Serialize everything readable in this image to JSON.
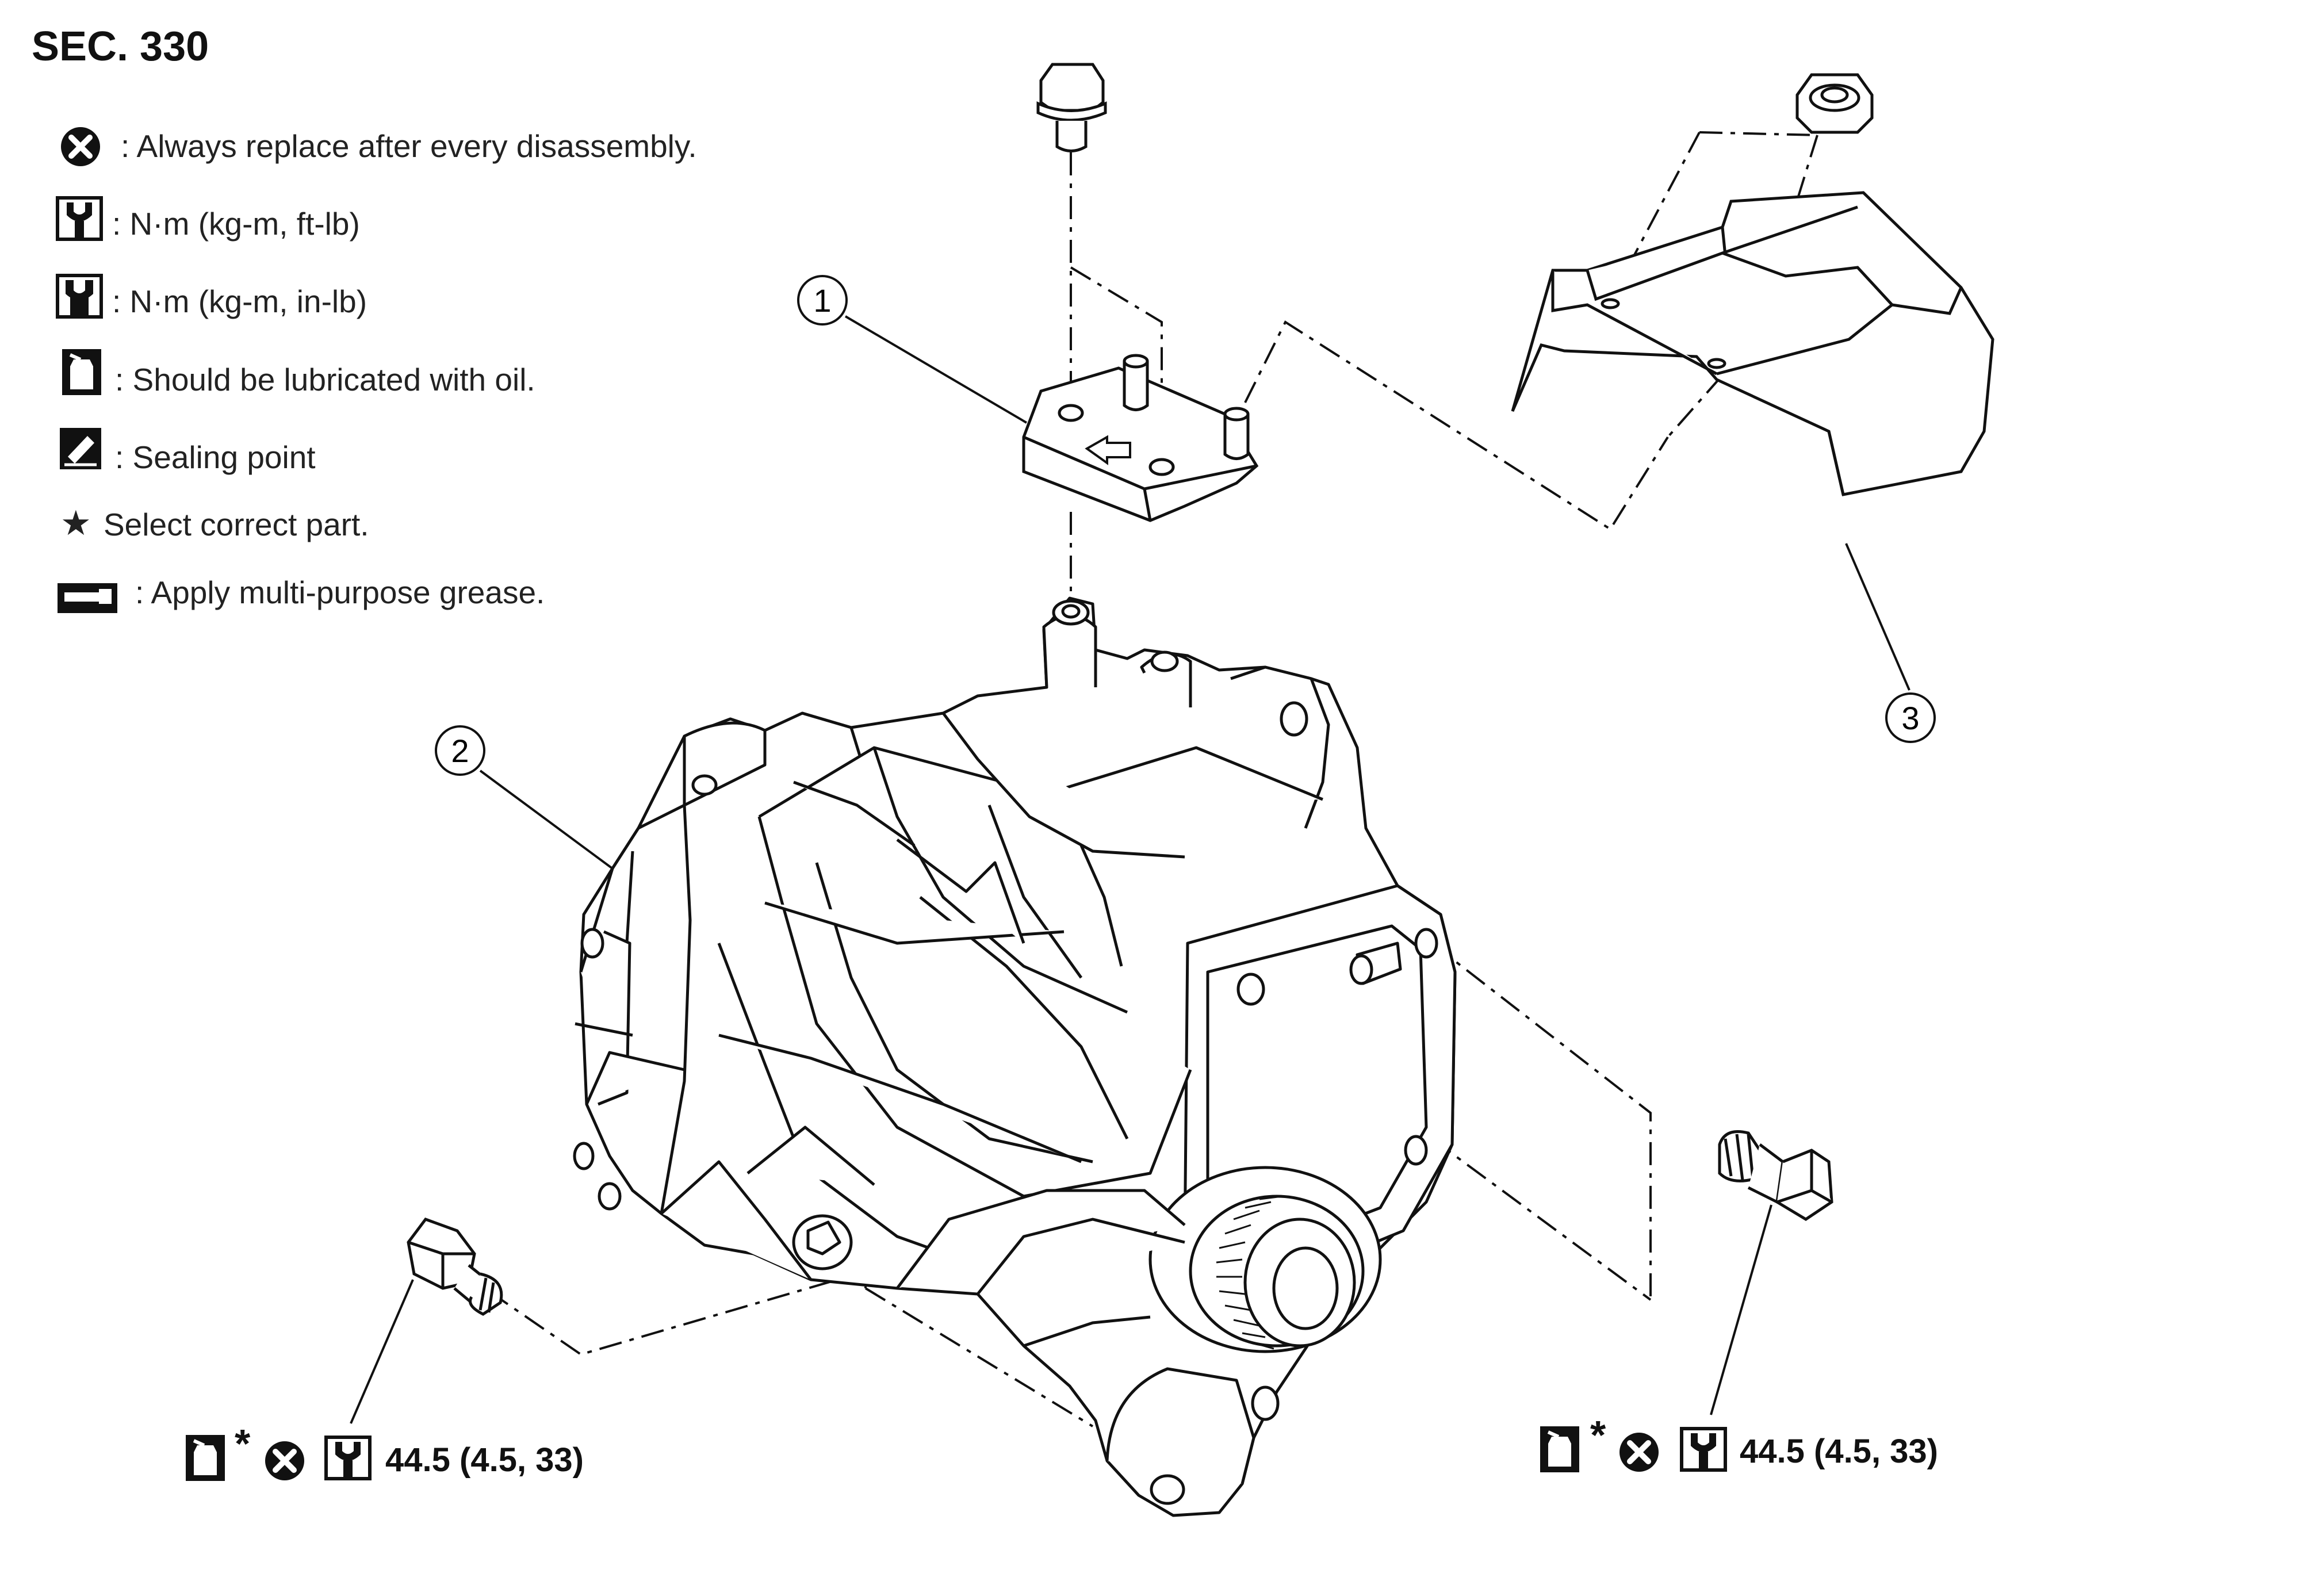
{
  "section": "SEC. 330",
  "legend": [
    {
      "icon": "always-replace-icon",
      "text": ": Always replace after every disassembly."
    },
    {
      "icon": "torque-ft-lb-icon",
      "text": ": N·m (kg-m, ft-lb)"
    },
    {
      "icon": "torque-in-lb-icon",
      "text": ": N·m (kg-m, in-lb)"
    },
    {
      "icon": "lubricate-oil-icon",
      "text": ": Should be lubricated with oil."
    },
    {
      "icon": "sealing-point-icon",
      "text": ": Sealing point"
    },
    {
      "icon": "star-icon",
      "text": "Select correct part."
    },
    {
      "icon": "grease-icon",
      "text": ": Apply multi-purpose grease."
    }
  ],
  "star_symbol": "★",
  "callouts": [
    "1",
    "2",
    "3"
  ],
  "specs": {
    "left": {
      "asterisk": "*",
      "value": "44.5 (4.5, 33)"
    },
    "right": {
      "asterisk": "*",
      "value": "44.5 (4.5, 33)"
    }
  }
}
